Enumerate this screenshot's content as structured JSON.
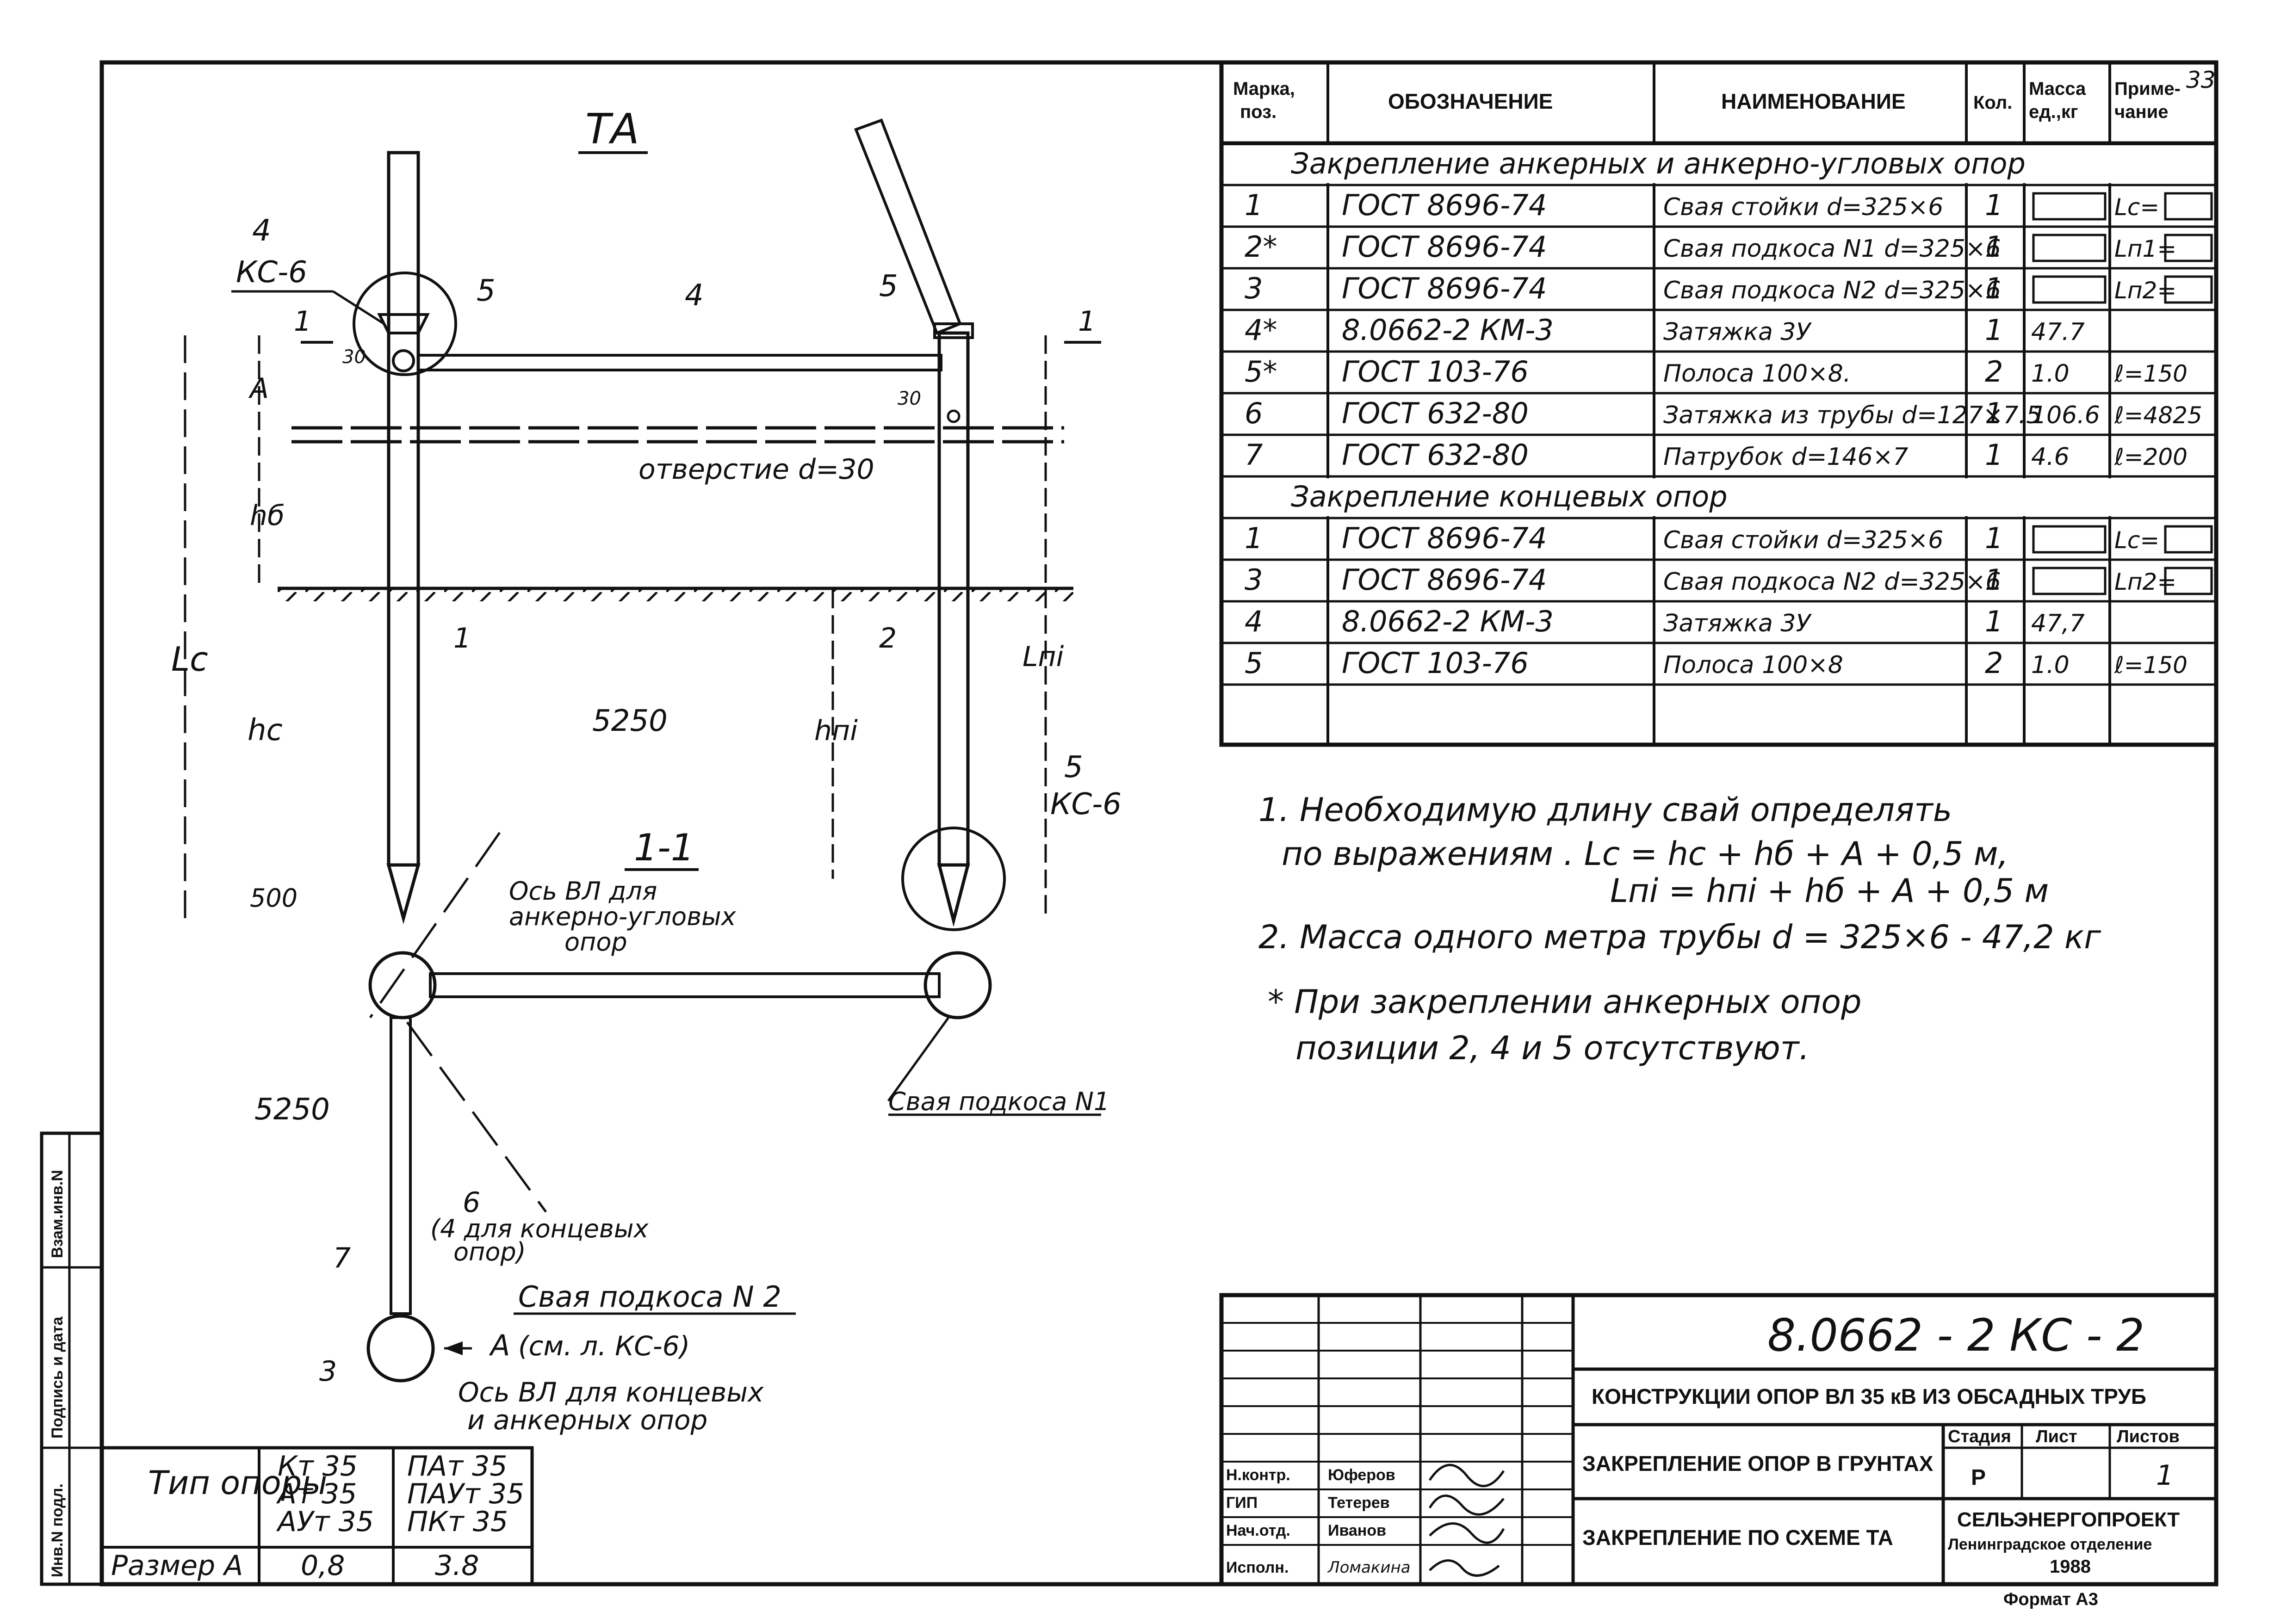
{
  "page": {
    "label": "33"
  },
  "drawing": {
    "view_title": "ТА",
    "section_title": "1-1",
    "cut_mark_1": "1",
    "cut_mark_2": "1",
    "pos_labels": {
      "p1": "1",
      "p2": "2",
      "p3": "3",
      "p4": "4",
      "p4b": "4",
      "p5a": "5",
      "p5b": "5",
      "p5c": "5",
      "p6": "6",
      "p7": "7"
    },
    "ks6_a": "КС-6",
    "ks6_b": "КС-6",
    "dim_A": "A",
    "dim_hb": "hб",
    "dim_Lc": "Lс",
    "dim_hc": "hс",
    "dim_hpi": "hпi",
    "dim_Lpi": "Lпi",
    "dim_5250_a": "5250",
    "dim_5250_b": "5250",
    "dim_500": "500",
    "dim_30a": "30",
    "dim_30b": "30",
    "hole_note": "отверстие d=30",
    "axis_anchor_1": "Ось ВЛ  для",
    "axis_anchor_2": "анкерно-угловых",
    "axis_anchor_3": "опор",
    "strut1_label": "Свая подкоса N1",
    "p6_note_1": "(4 для концевых",
    "p6_note_2": "опор)",
    "strut2_label": "Свая подкоса N 2",
    "arrow_A": "A",
    "arrow_A_ref": "(см. л. КС-6)",
    "axis_end_1": "Ось ВЛ для концевых",
    "axis_end_2": "и анкерных опор"
  },
  "spec": {
    "headers": [
      "Марка, поз.",
      "ОБОЗНАЧЕНИЕ",
      "НАИМЕНОВАНИЕ",
      "Кол.",
      "Масса ед.,кг",
      "Приме- чание"
    ],
    "section1": "Закрепление анкерных и анкерно-угловых опор",
    "rows1": [
      {
        "pos": "1",
        "doc": "ГОСТ 8696-74",
        "name": "Свая стойки d=325×6",
        "qty": "1",
        "mass": "",
        "note": "Lс="
      },
      {
        "pos": "2*",
        "doc": "ГОСТ 8696-74",
        "name": "Свая подкоса N1 d=325×6",
        "qty": "1",
        "mass": "",
        "note": "Lп1="
      },
      {
        "pos": "3",
        "doc": "ГОСТ 8696-74",
        "name": "Свая подкоса N2 d=325×6",
        "qty": "1",
        "mass": "",
        "note": "Lп2="
      },
      {
        "pos": "4*",
        "doc": "8.0662-2 КМ-3",
        "name": "Затяжка 3У",
        "qty": "1",
        "mass": "47.7",
        "note": ""
      },
      {
        "pos": "5*",
        "doc": "ГОСТ 103-76",
        "name": "Полоса 100×8.",
        "qty": "2",
        "mass": "1.0",
        "note": "ℓ=150"
      },
      {
        "pos": "6",
        "doc": "ГОСТ 632-80",
        "name": "Затяжка из трубы d=127×7.5",
        "qty": "1",
        "mass": "106.6",
        "note": "ℓ=4825"
      },
      {
        "pos": "7",
        "doc": "ГОСТ 632-80",
        "name": "Патрубок d=146×7",
        "qty": "1",
        "mass": "4.6",
        "note": "ℓ=200"
      }
    ],
    "section2": "Закрепление концевых опор",
    "rows2": [
      {
        "pos": "1",
        "doc": "ГОСТ 8696-74",
        "name": "Свая стойки d=325×6",
        "qty": "1",
        "mass": "",
        "note": "Lс="
      },
      {
        "pos": "3",
        "doc": "ГОСТ 8696-74",
        "name": "Свая подкоса N2 d=325×6",
        "qty": "1",
        "mass": "",
        "note": "Lп2="
      },
      {
        "pos": "4",
        "doc": "8.0662-2 КМ-3",
        "name": "Затяжка 3У",
        "qty": "1",
        "mass": "47,7",
        "note": ""
      },
      {
        "pos": "5",
        "doc": "ГОСТ 103-76",
        "name": "Полоса 100×8",
        "qty": "2",
        "mass": "1.0",
        "note": "ℓ=150"
      }
    ]
  },
  "notes": {
    "n1_a": "1. Необходимую длину  свай  определять",
    "n1_b": "по выражениям .   Lс = hс + hб + A + 0,5 м,",
    "n1_c": "Lпi = hпi + hб + A + 0,5 м",
    "n2": "2. Масса одного метра трубы d = 325×6 - 47,2 кг",
    "n3_a": "* При закреплении анкерных опор",
    "n3_b": "позиции  2, 4 и 5 отсутствуют."
  },
  "type_table": {
    "label_type": "Тип опоры",
    "label_size": "Размер A",
    "col1": [
      "Кт 35",
      "Ат 35",
      "АУт 35"
    ],
    "col2": [
      "ПАт 35",
      "ПАУт 35",
      "ПКт 35"
    ],
    "size1": "0,8",
    "size2": "3.8"
  },
  "side_stamp": [
    "Инв.N подл.",
    "Подпись и дата",
    "Взам.инв.N"
  ],
  "title_block": {
    "code": "8.0662 - 2  КС - 2",
    "project": "КОНСТРУКЦИИ ОПОР ВЛ 35 кВ ИЗ ОБСАДНЫХ ТРУБ",
    "title1": "ЗАКРЕПЛЕНИЕ ОПОР В ГРУНТАХ",
    "title2": "ЗАКРЕПЛЕНИЕ ПО СХЕМЕ ТА",
    "stage_h": "Стадия",
    "sheet_h": "Лист",
    "sheets_h": "Листов",
    "stage": "Р",
    "sheet": "",
    "sheets": "1",
    "org1": "СЕЛЬЭНЕРГОПРОЕКТ",
    "org2": "Ленинградское отделение",
    "year": "1988",
    "roles": [
      "Н.контр.",
      "ГИП",
      "Нач.отд.",
      "Исполн."
    ],
    "names": [
      "Юферов",
      "Тетерев",
      "Иванов",
      "Ломакина"
    ],
    "format": "Формат А3"
  }
}
